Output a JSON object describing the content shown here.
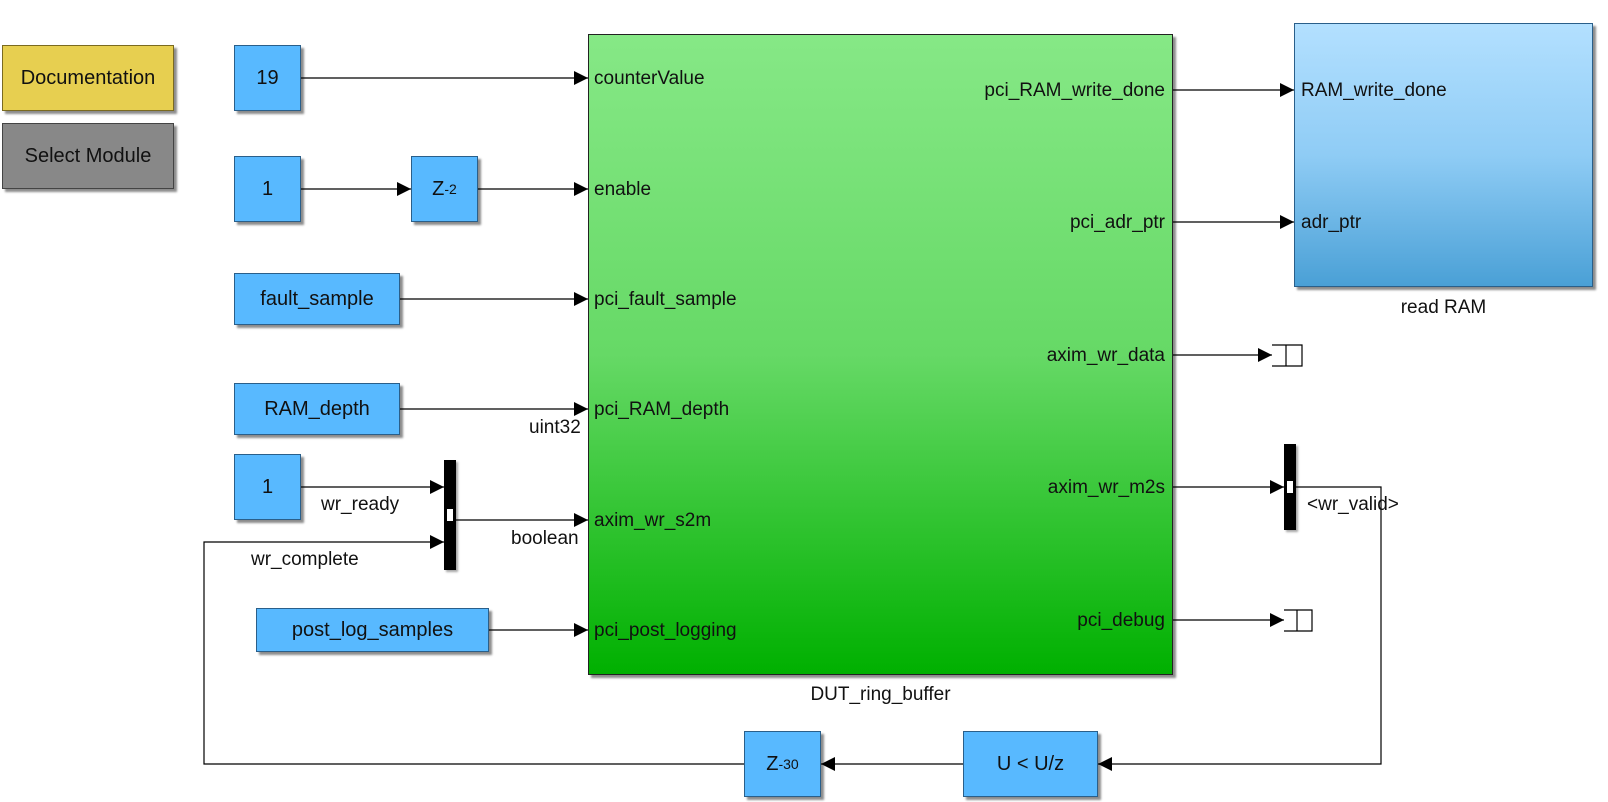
{
  "buttons": {
    "documentation": "Documentation",
    "select_module": "Select Module"
  },
  "constants": {
    "counter": "19",
    "enable_const": "1",
    "fault_sample": "fault_sample",
    "ram_depth": "RAM_depth",
    "wr_ready_const": "1",
    "post_log_samples": "post_log_samples"
  },
  "delays": {
    "enable_delay": {
      "base": "Z",
      "exp": "-2"
    },
    "feedback_delay": {
      "base": "Z",
      "exp": "-30"
    }
  },
  "detect_block": "U < U/z",
  "dut": {
    "name": "DUT_ring_buffer",
    "inputs": [
      "counterValue",
      "enable",
      "pci_fault_sample",
      "pci_RAM_depth",
      "axim_wr_s2m",
      "pci_post_logging"
    ],
    "outputs": [
      "pci_RAM_write_done",
      "pci_adr_ptr",
      "axim_wr_data",
      "axim_wr_m2s",
      "pci_debug"
    ]
  },
  "read_ram": {
    "name": "read RAM",
    "inputs": [
      "RAM_write_done",
      "adr_ptr"
    ]
  },
  "signals": {
    "uint32": "uint32",
    "boolean": "boolean",
    "wr_ready": "wr_ready",
    "wr_complete": "wr_complete",
    "wr_valid": "<wr_valid>"
  }
}
